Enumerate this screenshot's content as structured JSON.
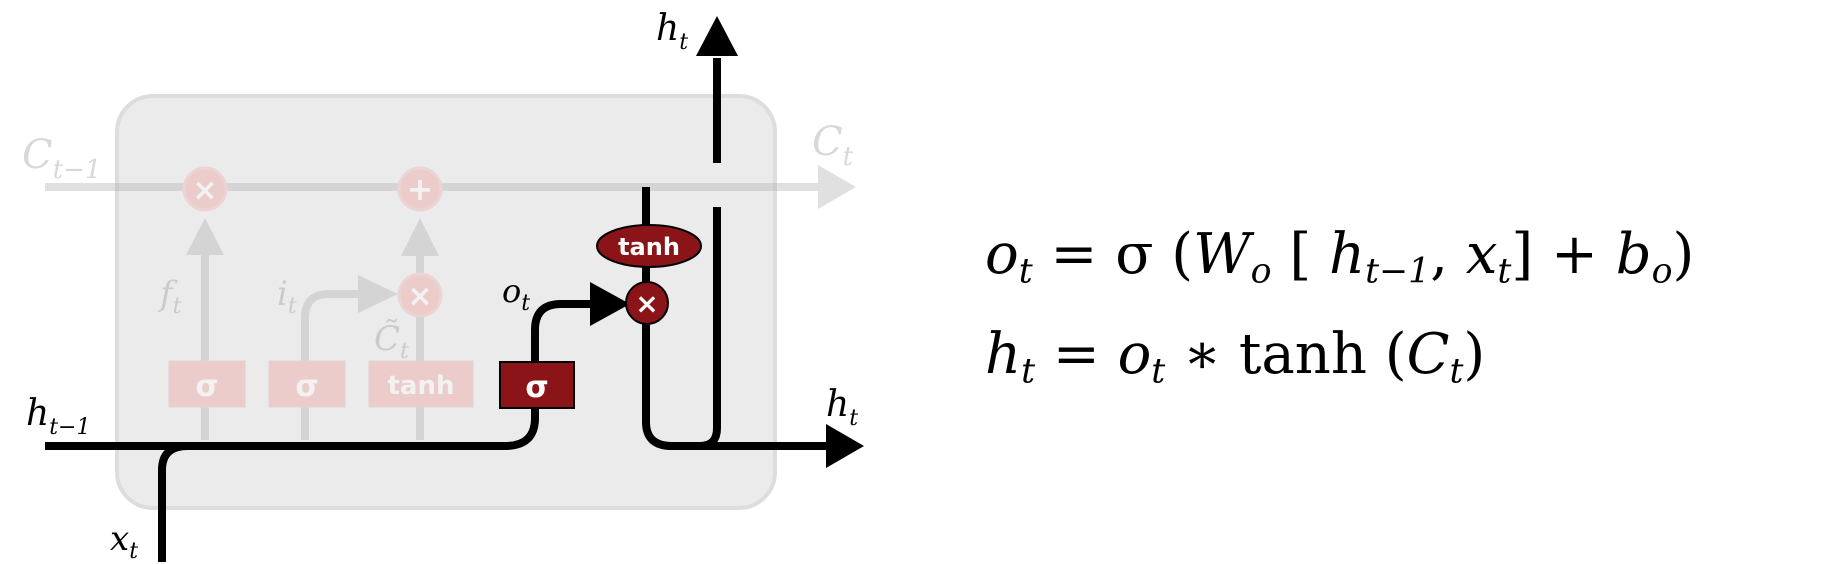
{
  "labels": {
    "c_prev": {
      "base": "C",
      "sub": "t−1"
    },
    "c_next": {
      "base": "C",
      "sub": "t"
    },
    "h_prev": {
      "base": "h",
      "sub": "t−1"
    },
    "h_out_top": {
      "base": "h",
      "sub": "t"
    },
    "h_out_right": {
      "base": "h",
      "sub": "t"
    },
    "x_in": {
      "base": "x",
      "sub": "t"
    },
    "f_gate": {
      "base": "f",
      "sub": "t"
    },
    "i_gate": {
      "base": "i",
      "sub": "t"
    },
    "c_tilde": {
      "base": "C̃",
      "sub": "t"
    },
    "o_gate": {
      "base": "o",
      "sub": "t"
    }
  },
  "gates": {
    "forget_sigma": "σ",
    "input_sigma": "σ",
    "candidate_tanh": "tanh",
    "output_sigma": "σ",
    "cell_tanh": "tanh"
  },
  "ops": {
    "forget_multiply": "×",
    "cell_add": "+",
    "input_multiply": "×",
    "output_multiply": "×"
  },
  "equations": {
    "eq1": {
      "lhs": "o",
      "lhs_sub": "t",
      "eq": " = σ (",
      "w": "W",
      "w_sub": "o",
      "open_bracket": " [ ",
      "h": "h",
      "h_sub": "t−1",
      "comma": ", ",
      "x": "x",
      "x_sub": "t",
      "close": "]  +  ",
      "b": "b",
      "b_sub": "o",
      "end": ")"
    },
    "eq2": {
      "lhs": "h",
      "lhs_sub": "t",
      "eq": " = ",
      "o": "o",
      "o_sub": "t",
      "star": " ∗ ",
      "tanh": "tanh",
      "open": " (",
      "c": "C",
      "c_sub": "t",
      "end": ")"
    }
  },
  "colors": {
    "gate_fill": "#8b1418",
    "dim_gate_fill": "#f7c6c6",
    "box_fill": "#ebebeb",
    "box_stroke": "#dddddd",
    "flow_active": "#000000",
    "flow_dim": "#c8c8c8"
  }
}
